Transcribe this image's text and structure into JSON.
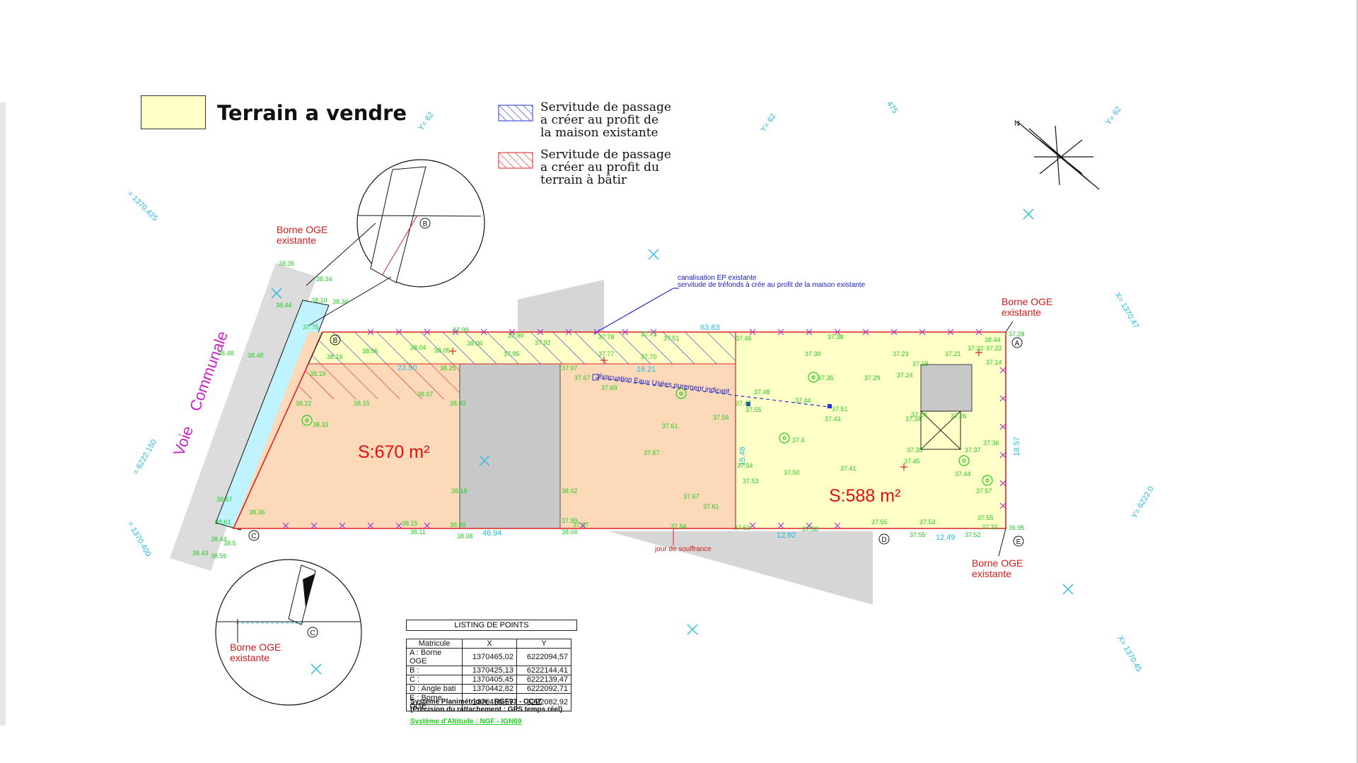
{
  "legend": {
    "title": "Terrain a vendre",
    "servitude_blue": "Servitude de passage\na créer au profit de\nla maison existante",
    "servitude_red": "Servitude de passage\na créer au profit du\nterrain à bâtir"
  },
  "colors": {
    "terrain": "#ffffc8",
    "lot_orange": "#fcd9b8",
    "hatch_blue": "#2233cc",
    "hatch_red": "#dd2222",
    "building": "#c8c8c8",
    "survey_green": "#22cc22",
    "survey_cyan": "#22bbdd"
  },
  "callouts": {
    "borne_top_left": "Borne OGE\nexistante",
    "borne_top_right": "Borne OGE\nexistante",
    "borne_bottom_right": "Borne OGE\nexistante",
    "borne_bottom_left": "Borne OGE\nexistante",
    "jour": "jour de souffrance"
  },
  "areas": {
    "lot1": "S:670 m²",
    "lot2": "S:588 m²"
  },
  "notes": {
    "canalisation": "canalisation EP existante\nservitude de tréfonds à crée au profit de la maison existante",
    "evacuation": "évacuation Eaux Usées purement indicatif"
  },
  "road_label": "Voie    Communale",
  "table": {
    "title": "LISTING DE POINTS",
    "headers": [
      "Matricule",
      "X",
      "Y"
    ],
    "rows": [
      [
        "A : Borne OGE",
        "1370465,02",
        "6222094,57"
      ],
      [
        "B :",
        "1370425,13",
        "6222144,41"
      ],
      [
        "C :",
        "1370405,45",
        "6222139,47"
      ],
      [
        "D : Angle bati",
        "1370442,82",
        "6222092,71"
      ],
      [
        "E : Borne OGE",
        "1370450,57",
        "6222082,92"
      ]
    ]
  },
  "systems": {
    "plani": "Système Planimétrique : RGF93 - CC47",
    "precision": "(Précision du rattachement : GPS temps réel)",
    "altitude": "Système d'Altitude : NGF - IGN69"
  },
  "point_letters": [
    "A",
    "B",
    "C",
    "D",
    "E"
  ],
  "dimensions": [
    "63.83",
    "46.94",
    "12.92",
    "12.49",
    "18.57",
    "15.48",
    "16.21",
    "23.50"
  ],
  "grid_labels": [
    "Y= 62",
    "Y= 62",
    "475",
    "Y= 62",
    "= 1370.425",
    "X= 1370.47",
    "= 6222.150",
    "Y= 6222.0",
    "= 1370.400",
    "X= 1370.45"
  ],
  "spot_heights": [
    "38.35",
    "38.34",
    "38.10",
    "38.34",
    "38.44",
    "37.75",
    "38.48",
    "38.48",
    "38.16",
    "38.19",
    "38.22",
    "38.33",
    "38.06",
    "38.04",
    "38.05",
    "38.00",
    "37.95",
    "37.92",
    "37.90",
    "37.99",
    "38.25",
    "38.07",
    "38.03",
    "38.15",
    "38.18",
    "38.02",
    "37.99",
    "38.09",
    "38.15",
    "38.11",
    "38.08",
    "38.04",
    "37.87",
    "37.97",
    "37.77",
    "37.67",
    "37.69",
    "37.78",
    "37.70",
    "37.71",
    "37.51",
    "37.46",
    "37.47",
    "37.56",
    "37.61",
    "37.67",
    "37.67",
    "37.61",
    "37.84",
    "37.62",
    "37.54",
    "37.53",
    "37.48",
    "37.4",
    "37.50",
    "37.44",
    "37.55",
    "37.51",
    "37.43",
    "37.39",
    "37.35",
    "37.38",
    "37.29",
    "37.41",
    "37.58",
    "37.23",
    "37.19",
    "37.21",
    "37.22",
    "37.22",
    "37.14",
    "37.24",
    "37.34",
    "37.24",
    "37.35",
    "37.26",
    "37.37",
    "37.36",
    "37.45",
    "37.44",
    "37.57",
    "37.55",
    "37.53",
    "37.55",
    "37.55",
    "37.52",
    "37.32",
    "36.95",
    "37.28",
    "38.44",
    "38.36",
    "38.5",
    "38.61",
    "38.57",
    "38.43",
    "38.56",
    "38.44"
  ]
}
